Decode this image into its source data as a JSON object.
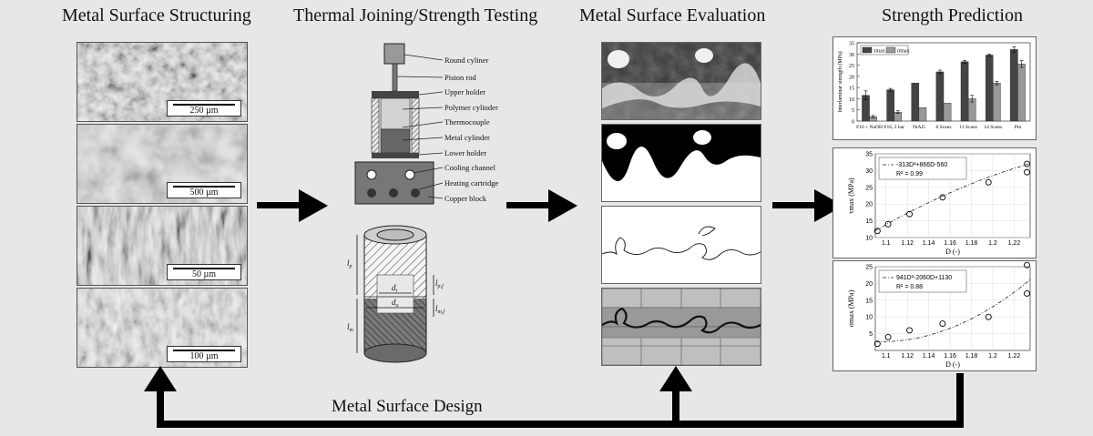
{
  "headers": {
    "structuring": "Metal Surface Structuring",
    "joining": "Thermal Joining/Strength Testing",
    "evaluation": "Metal Surface Evaluation",
    "prediction": "Strength Prediction"
  },
  "footer": {
    "design": "Metal Surface Design"
  },
  "sem_scales": [
    "250 µm",
    "500 µm",
    "50 µm",
    "100 µm"
  ],
  "apparatus": {
    "labels": [
      "Round cyliner",
      "Piston rod",
      "Upper holder",
      "Polymer cylinder",
      "Thermocouple",
      "Metal cylinder",
      "Lower holder",
      "Cooling channel",
      "Heating cartridge",
      "Copper block"
    ]
  },
  "specimen": {
    "lp": "l",
    "lp_sub": "p",
    "lpf": "l",
    "lpf_sub": "p,f",
    "lm": "l",
    "lm_sub": "m",
    "lmf": "l",
    "lmf_sub": "m,f",
    "di": "d",
    "di_sub": "i",
    "do": "d",
    "do_sub": "o"
  },
  "chart_data": [
    {
      "type": "bar",
      "ylabel": "Interlaminar strength (MPa)",
      "categories": [
        "F16 + NaOH",
        "F16, 2 bar",
        "NiAl5",
        "8 Scans",
        "11 Scans",
        "14 Scans",
        "Pin"
      ],
      "ylim": [
        0,
        35
      ],
      "yticks": [
        "0",
        "5",
        "10",
        "15",
        "20",
        "25",
        "30",
        "35"
      ],
      "legend": [
        "τmax",
        "σmax"
      ],
      "series": [
        {
          "name": "τmax",
          "values": [
            11.5,
            14,
            17,
            22,
            26.5,
            29.5,
            32
          ],
          "errors": [
            2,
            0.6,
            0,
            0.8,
            0.6,
            0.4,
            1.2
          ]
        },
        {
          "name": "σmax",
          "values": [
            2,
            4,
            6,
            8,
            10,
            17,
            25.5
          ],
          "errors": [
            0.5,
            0.6,
            0,
            0,
            1.5,
            0.8,
            1.5
          ]
        }
      ]
    },
    {
      "type": "scatter",
      "xlabel": "D (-)",
      "ylabel": "τmax (MPa)",
      "xlim": [
        1.09,
        1.235
      ],
      "ylim": [
        10,
        35
      ],
      "xticks": [
        "1.1",
        "1.12",
        "1.14",
        "1.16",
        "1.18",
        "1.2",
        "1.22"
      ],
      "yticks": [
        "10",
        "15",
        "20",
        "25",
        "30",
        "35"
      ],
      "points": [
        [
          1.092,
          12
        ],
        [
          1.102,
          14
        ],
        [
          1.122,
          17
        ],
        [
          1.153,
          22
        ],
        [
          1.196,
          26.5
        ],
        [
          1.232,
          29.5
        ],
        [
          1.232,
          32
        ]
      ],
      "legend_fit": "-313D²+866D-560",
      "legend_r2": "R² = 0.99"
    },
    {
      "type": "scatter",
      "xlabel": "D (-)",
      "ylabel": "σmax (MPa)",
      "xlim": [
        1.09,
        1.235
      ],
      "ylim": [
        0,
        25
      ],
      "xticks": [
        "1.1",
        "1.12",
        "1.14",
        "1.16",
        "1.18",
        "1.2",
        "1.22"
      ],
      "yticks": [
        "5",
        "10",
        "15",
        "20",
        "25"
      ],
      "points": [
        [
          1.092,
          2
        ],
        [
          1.102,
          4
        ],
        [
          1.122,
          6
        ],
        [
          1.153,
          8
        ],
        [
          1.196,
          10
        ],
        [
          1.232,
          17
        ],
        [
          1.232,
          25.5
        ]
      ],
      "legend_fit": "941D²-2060D+1130",
      "legend_r2": "R² = 0.88"
    }
  ]
}
